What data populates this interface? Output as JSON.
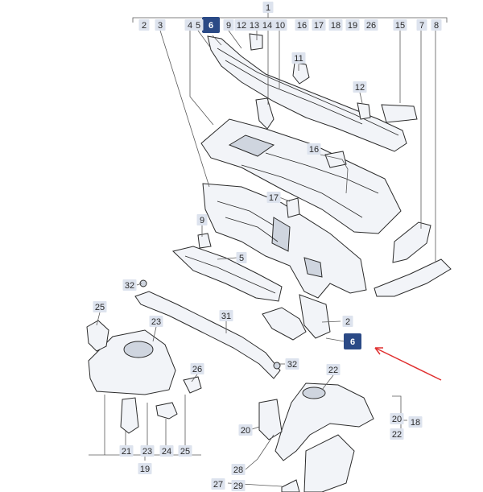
{
  "highlight_color": "#2b4a86",
  "arrow_color": "#e03030",
  "callouts": {
    "c1": "1",
    "c2": "2",
    "c3": "3",
    "c4": "4",
    "c6": "6",
    "c9": "9",
    "c12a": "12",
    "c5": "5",
    "c13": "13",
    "c14": "14",
    "c10": "10",
    "c16": "16",
    "c17": "17",
    "c18": "18",
    "c19": "19",
    "c26": "26",
    "c15": "15",
    "c7": "7",
    "c8": "8",
    "c11": "11",
    "c12b": "12",
    "c16b": "16",
    "c17b": "17",
    "c9b": "9",
    "c5b": "5",
    "c32a": "32",
    "c25a": "25",
    "c23a": "23",
    "c31": "31",
    "c2b": "2",
    "c6b": "6",
    "c26b": "26",
    "c32b": "32",
    "c22a": "22",
    "c20a": "20",
    "c18b": "18",
    "c22b": "22",
    "c20b": "20",
    "c21": "21",
    "c23b": "23",
    "c24": "24",
    "c25b": "25",
    "c19b": "19",
    "c28": "28",
    "c27": "27",
    "c29": "29"
  }
}
